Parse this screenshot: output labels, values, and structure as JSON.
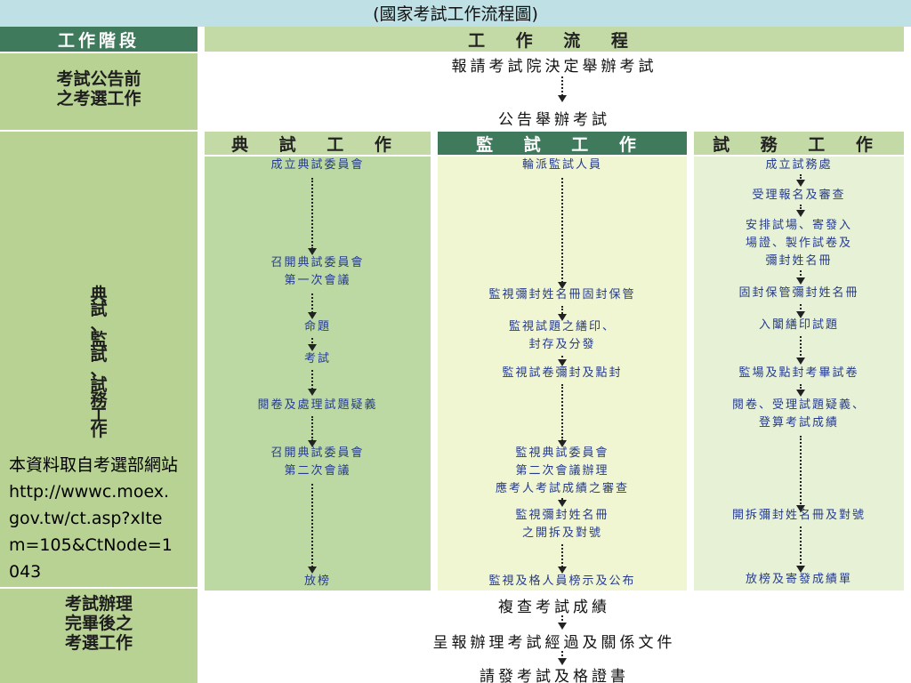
{
  "title": "(國家考試工作流程圖)",
  "headers": {
    "stage": "工作階段",
    "flow": "工 作 流 程",
    "col1": "典 試 工 作",
    "col2": "監 試 工 作",
    "col3": "試 務 工 作"
  },
  "stages": {
    "pre": "考試公告前\n之考選工作",
    "main": "典\n試\n、\n監\n試\n、\n試\n務\n工\n作",
    "post": "考試辦理\n完畢後之\n考選工作"
  },
  "top_flow": [
    "報請考試院決定舉辦考試",
    "公告舉辦考試"
  ],
  "col1_steps": [
    "成立典試委員會",
    "召開典試委員會\n第一次會議",
    "命題",
    "考試",
    "閱卷及處理試題疑義",
    "召開典試委員會\n第二次會議",
    "放榜"
  ],
  "col2_steps": [
    "輪派監試人員",
    "監視彌封姓名冊固封保管",
    "監視試題之繕印、\n封存及分發",
    "監視試卷彌封及點封",
    "監視典試委員會\n第二次會議辦理\n應考人考試成績之審查",
    "監視彌封姓名冊\n之開拆及對號",
    "監視及格人員榜示及公布"
  ],
  "col3_steps": [
    "成立試務處",
    "受理報名及審查",
    "安排試場、寄發入\n場證、製作試卷及\n彌封姓名冊",
    "固封保管彌封姓名冊",
    "入闈繕印試題",
    "監場及點封考畢試卷",
    "閱卷、受理試題疑義、\n登算考試成績",
    "開拆彌封姓名冊及對號",
    "放榜及寄發成績單"
  ],
  "bottom_flow": [
    "複查考試成績",
    "呈報辦理考試經過及關係文件",
    "請發考試及格證書"
  ],
  "source_note": "本資料取自考選部網站 http://wwwc.moex.gov.tw/ct.asp?xItem=105&CtNode=1043",
  "colors": {
    "header_dark": "#3f7a5c",
    "stage_green": "#b8d294",
    "text_blue": "#253a8e"
  }
}
